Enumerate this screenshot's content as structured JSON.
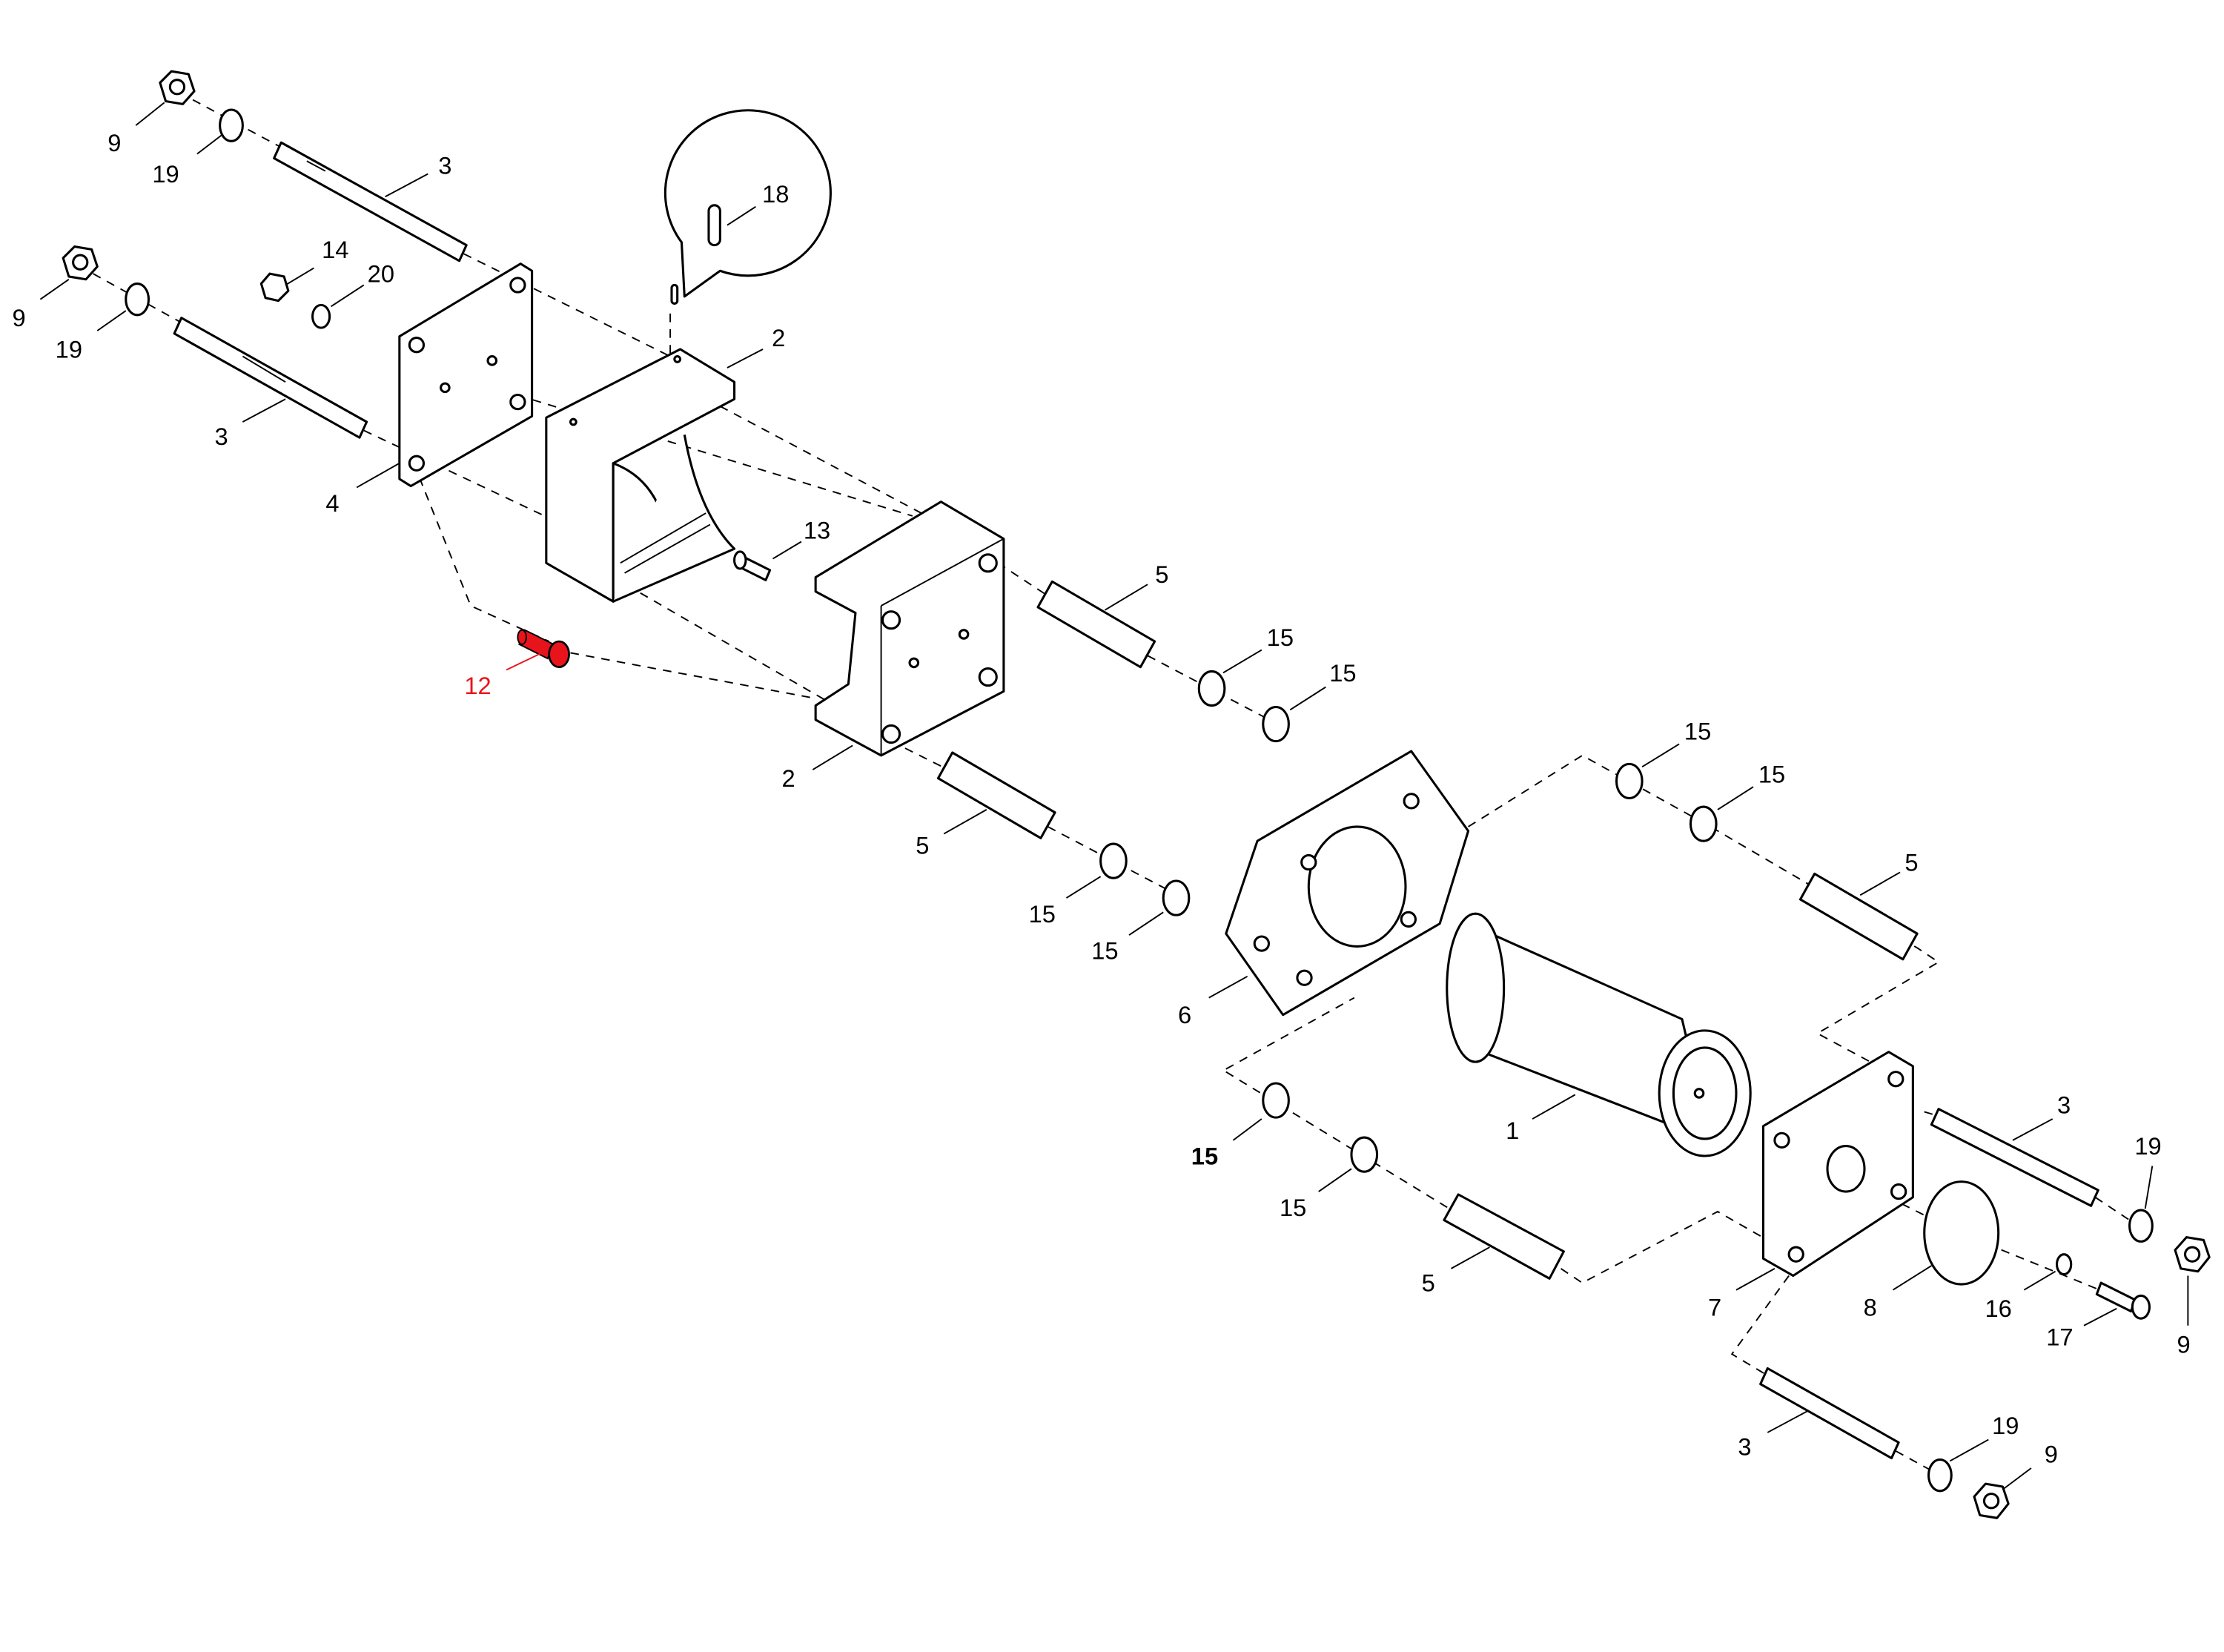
{
  "diagram": {
    "type": "exploded-parts-view",
    "highlight_color": "#e8141b",
    "highlighted_part": "12",
    "callouts": [
      {
        "label": "9"
      },
      {
        "label": "19"
      },
      {
        "label": "3"
      },
      {
        "label": "9"
      },
      {
        "label": "19"
      },
      {
        "label": "14"
      },
      {
        "label": "20"
      },
      {
        "label": "3"
      },
      {
        "label": "4"
      },
      {
        "label": "18"
      },
      {
        "label": "2"
      },
      {
        "label": "13"
      },
      {
        "label": "12"
      },
      {
        "label": "5"
      },
      {
        "label": "15"
      },
      {
        "label": "15"
      },
      {
        "label": "2"
      },
      {
        "label": "5"
      },
      {
        "label": "15"
      },
      {
        "label": "15"
      },
      {
        "label": "6"
      },
      {
        "label": "15"
      },
      {
        "label": "15"
      },
      {
        "label": "5"
      },
      {
        "label": "1"
      },
      {
        "label": "15"
      },
      {
        "label": "15"
      },
      {
        "label": "5"
      },
      {
        "label": "3"
      },
      {
        "label": "19"
      },
      {
        "label": "7"
      },
      {
        "label": "8"
      },
      {
        "label": "16"
      },
      {
        "label": "17"
      },
      {
        "label": "9"
      },
      {
        "label": "3"
      },
      {
        "label": "19"
      },
      {
        "label": "9"
      }
    ]
  }
}
